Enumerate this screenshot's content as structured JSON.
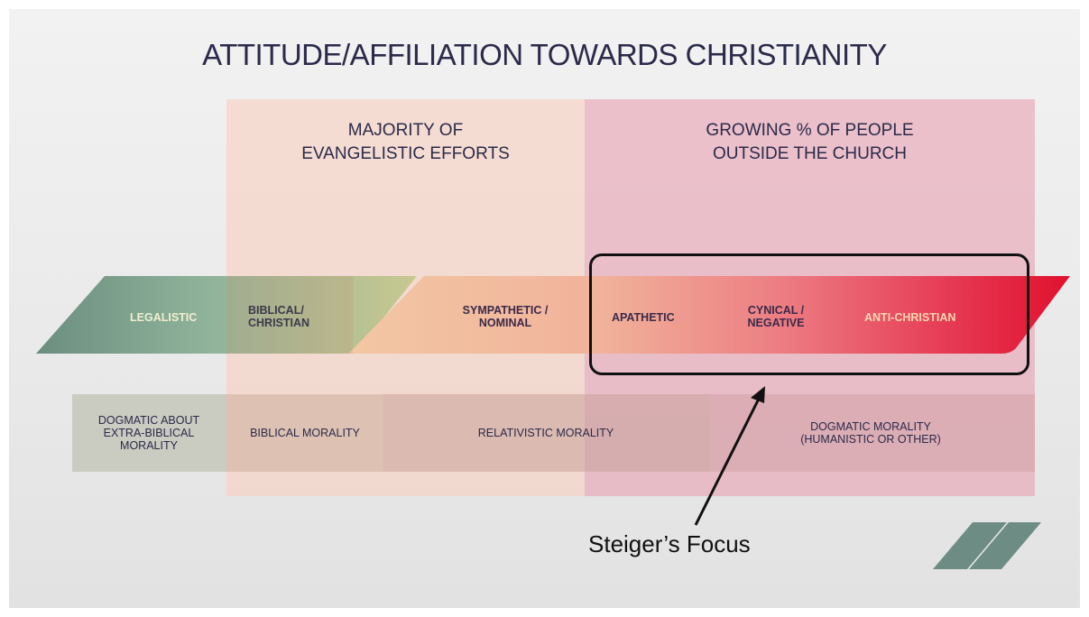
{
  "title": "ATTITUDE/AFFILIATION TOWARDS CHRISTIANITY",
  "zones": {
    "left_line1": "MAJORITY OF",
    "left_line2": "EVANGELISTIC EFFORTS",
    "right_line1": "GROWING % OF PEOPLE",
    "right_line2": "OUTSIDE THE CHURCH"
  },
  "categories": {
    "legalistic": "LEGALISTIC",
    "biblical_1": "BIBLICAL/",
    "biblical_2": "CHRISTIAN",
    "sympathetic_1": "SYMPATHETIC /",
    "sympathetic_2": "NOMINAL",
    "apathetic": "APATHETIC",
    "cynical_1": "CYNICAL /",
    "cynical_2": "NEGATIVE",
    "anti": "ANTI-CHRISTIAN"
  },
  "morality": {
    "dogmatic_extra_1": "DOGMATIC ABOUT",
    "dogmatic_extra_2": "EXTRA-BIBLICAL",
    "dogmatic_extra_3": "MORALITY",
    "biblical": "BIBLICAL MORALITY",
    "relativistic": "RELATIVISTIC MORALITY",
    "dogmatic_1": "DOGMATIC MORALITY",
    "dogmatic_2": "(HUMANISTIC OR OTHER)"
  },
  "focus_label": "Steiger’s Focus",
  "colors": {
    "title": "#2b2a4a",
    "legalistic_start": "#6f9283",
    "legalistic_end": "#9fc5a0",
    "sympathetic": "#f0c9a2",
    "anti_christian": "#e0112e",
    "logo": "#6d8c83"
  }
}
